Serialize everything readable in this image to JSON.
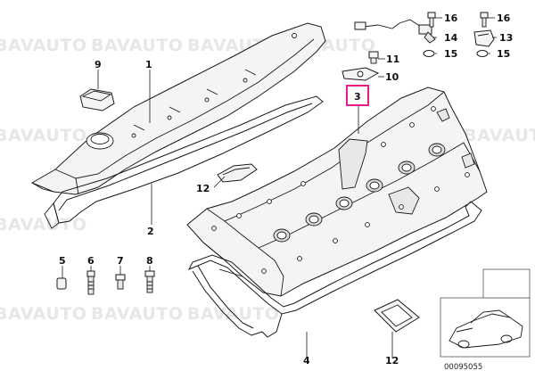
{
  "watermark": {
    "text": "BAVAUTO"
  },
  "callouts": {
    "c1": "1",
    "c2": "2",
    "c3": "3",
    "c4": "4",
    "c5": "5",
    "c6": "6",
    "c7": "7",
    "c8": "8",
    "c9": "9",
    "c10": "10",
    "c11": "11",
    "c12a": "12",
    "c12b": "12",
    "c13": "13",
    "c14": "14",
    "c15a": "15",
    "c15b": "15",
    "c16a": "16",
    "c16b": "16"
  },
  "highlight": {
    "part_number": "3",
    "color": "#e8198b"
  },
  "diagram_code": "00095055"
}
